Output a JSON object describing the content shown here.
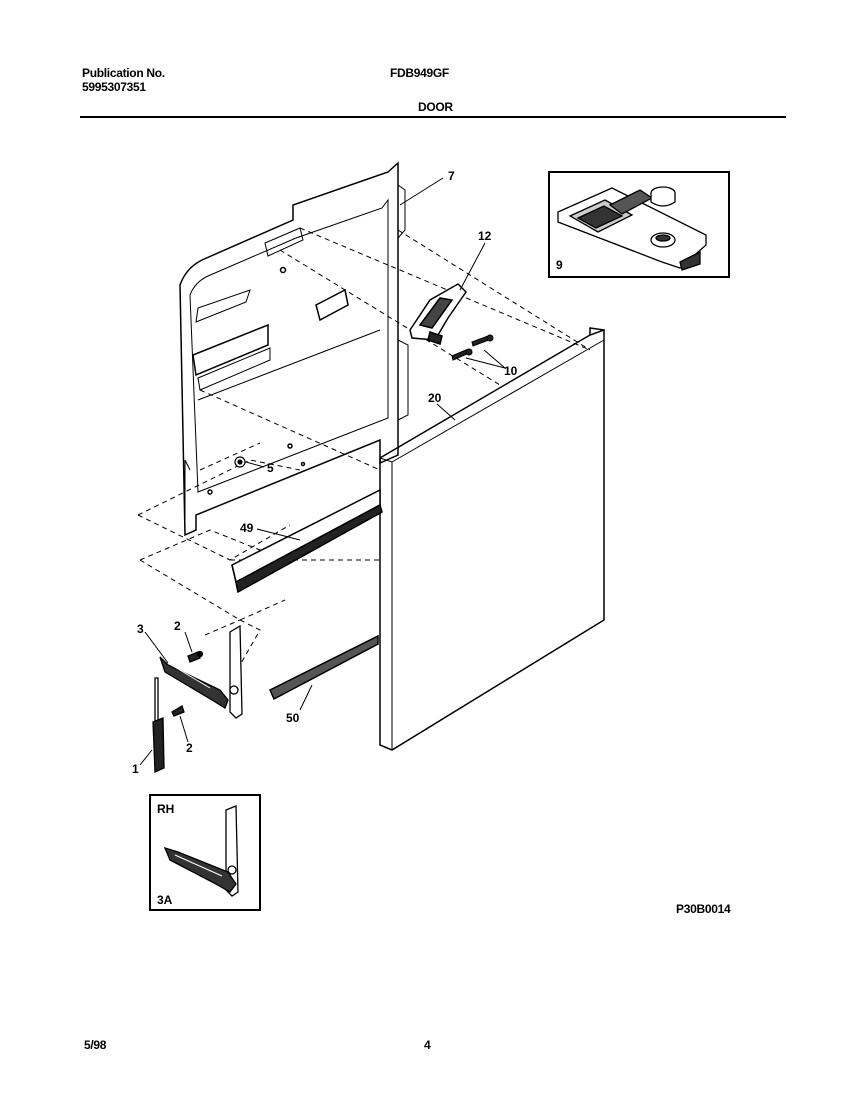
{
  "header": {
    "publication_label": "Publication No.",
    "publication_number": "5995307351",
    "model": "FDB949GF",
    "section": "DOOR"
  },
  "footer": {
    "date": "5/98",
    "page": "4",
    "figure_code": "P30B0014"
  },
  "callouts": {
    "c1": "1",
    "c2a": "2",
    "c2b": "2",
    "c3": "3",
    "c5": "5",
    "c7": "7",
    "c9": "9",
    "c10": "10",
    "c12": "12",
    "c20": "20",
    "c49": "49",
    "c50": "50"
  },
  "inset_rh": {
    "side": "RH",
    "part": "3A"
  }
}
